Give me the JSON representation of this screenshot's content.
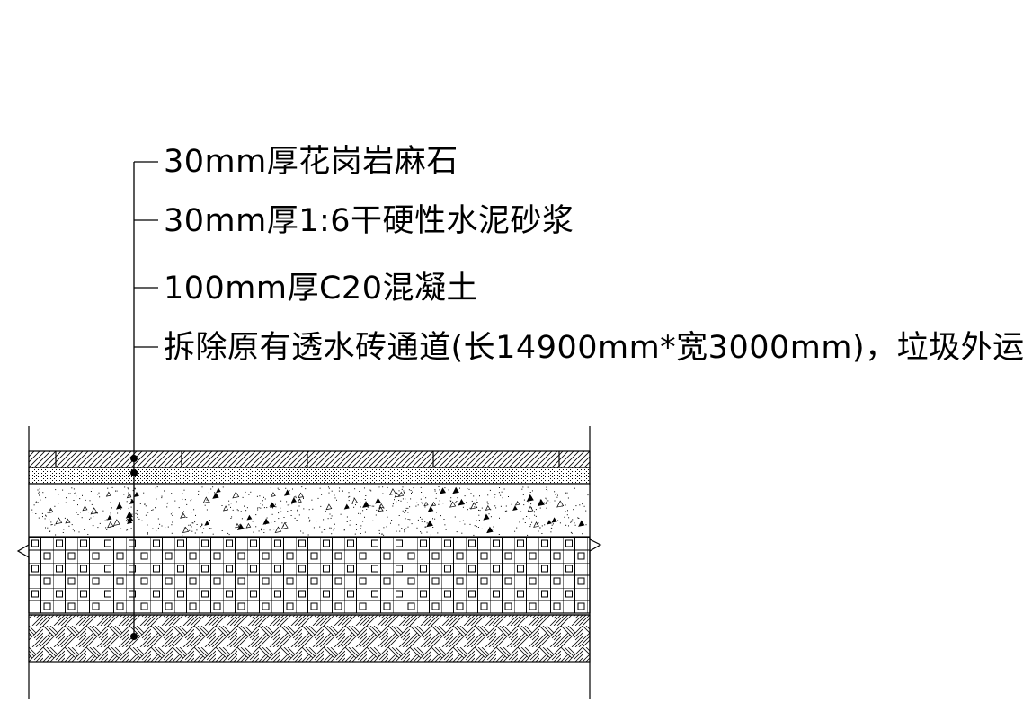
{
  "callouts": [
    "30mm厚花岗岩麻石",
    "30mm厚1:6干硬性水泥砂浆",
    "100mm厚C20混凝土",
    "拆除原有透水砖通道(长14900mm*宽3000mm)，垃圾外运"
  ],
  "layers": [
    {
      "name": "granite-slab",
      "pattern": "diagonal-hatch"
    },
    {
      "name": "dry-mortar",
      "pattern": "dense-dots"
    },
    {
      "name": "concrete",
      "pattern": "stipple-triangles"
    },
    {
      "name": "existing-permeable-brick",
      "pattern": "square-grid"
    },
    {
      "name": "subgrade",
      "pattern": "crosshatch"
    }
  ],
  "colors": {
    "ink": "#000000",
    "background": "#ffffff"
  }
}
